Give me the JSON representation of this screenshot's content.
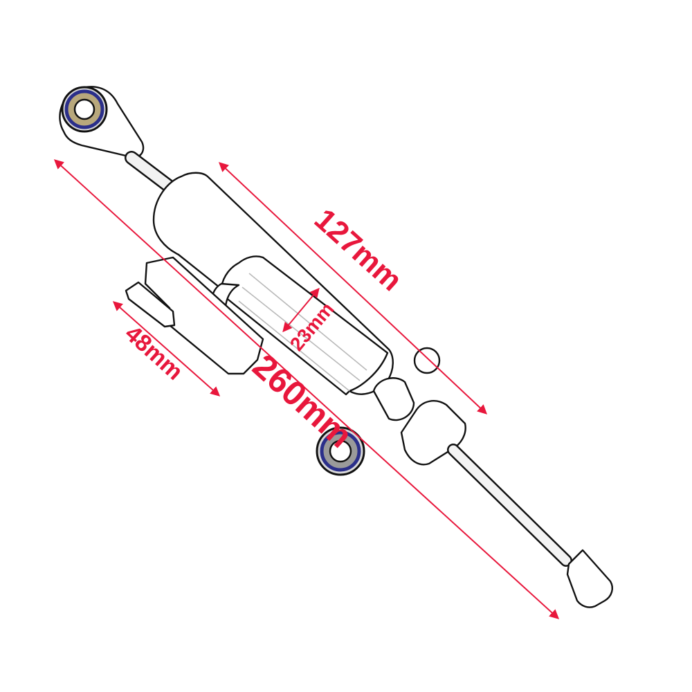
{
  "dimensions": {
    "overall_length": "260mm",
    "body_length": "127mm",
    "body_diameter": "23mm",
    "stroke": "48mm"
  },
  "colors": {
    "dimension": "#e8173c",
    "outline": "#111111",
    "eye_inner": "#2b2f8a",
    "eye_outer": "#8a8a8a"
  }
}
